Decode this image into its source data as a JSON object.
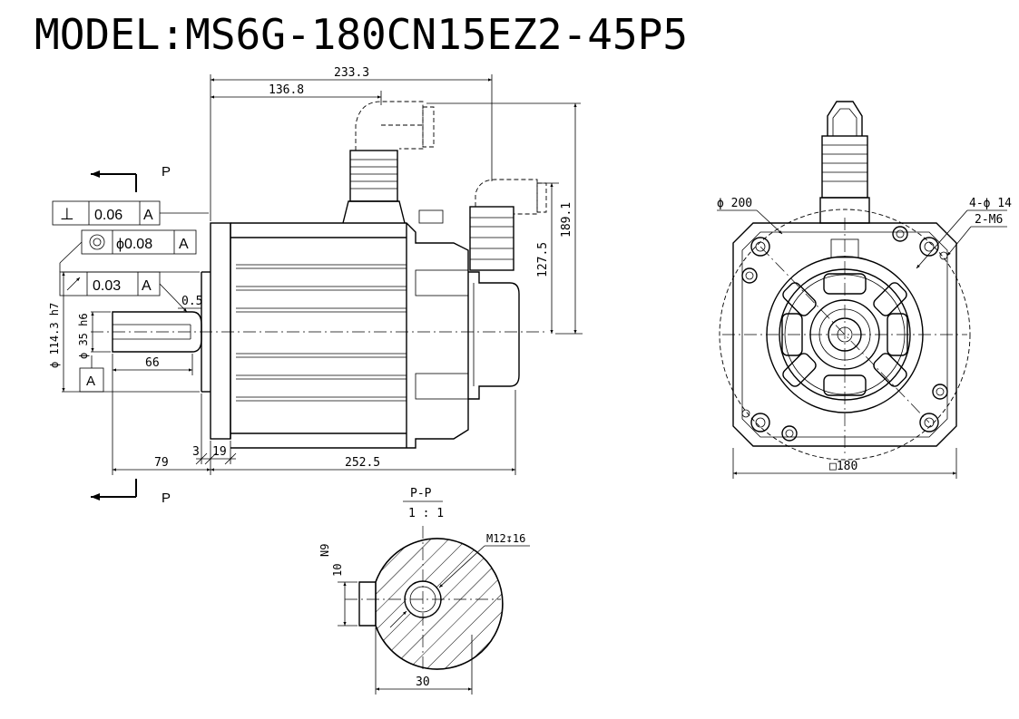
{
  "title": "MODEL:MS6G-180CN15EZ2-45P5",
  "side_view": {
    "dims": {
      "d233": "233.3",
      "d136": "136.8",
      "d1891": "189.1",
      "d1275": "127.5",
      "d252": "252.5",
      "d79": "79",
      "d3": "3",
      "d19": "19",
      "d66": "66",
      "d05": "0.5",
      "dia114": "ϕ 114.3  h7",
      "dia35": "ϕ 35 h6"
    },
    "section_marker": "P",
    "datum": "A",
    "tolerances": [
      {
        "symbol": "⊥",
        "value": "0.06",
        "datum": "A"
      },
      {
        "symbol": "◎",
        "value": "ϕ0.08",
        "datum": "A"
      },
      {
        "symbol": "↗",
        "value": "0.03",
        "datum": "A"
      }
    ]
  },
  "front_view": {
    "dia200": "ϕ 200",
    "holes": "4-ϕ 14",
    "threads": "2-M6",
    "square": "□180"
  },
  "section_view": {
    "title": "P-P",
    "scale": "1 : 1",
    "thread": "M12↧16",
    "key": "N9",
    "d10": "10",
    "d30": "30"
  }
}
